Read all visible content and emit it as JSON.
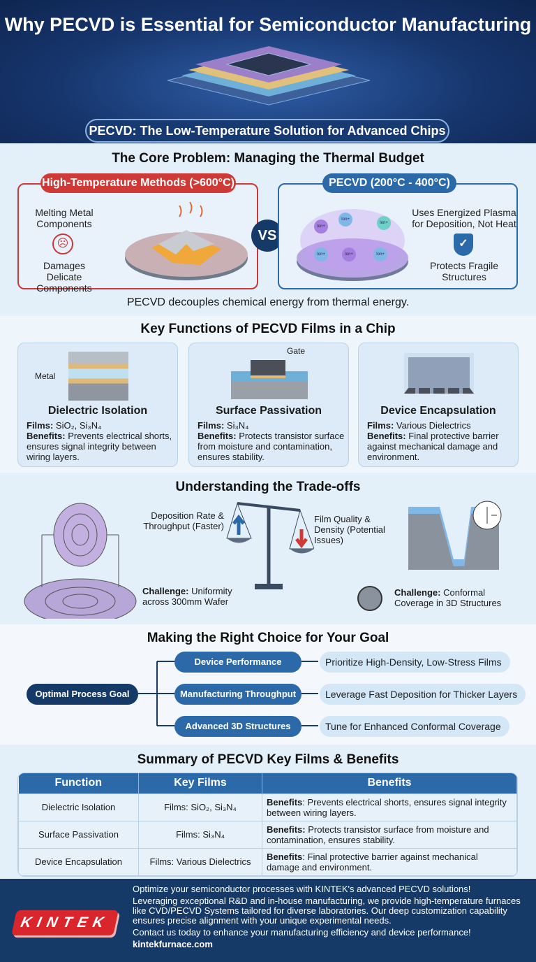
{
  "header": {
    "title": "Why PECVD is Essential for Semiconductor Manufacturing",
    "subtitle": "PECVD: The Low-Temperature Solution for Advanced Chips"
  },
  "thermal": {
    "title": "The Core Problem: Managing the Thermal Budget",
    "left": {
      "tag": "High-Temperature Methods (>600°C)",
      "point1": "Melting Metal Components",
      "point2": "Damages Delicate Components"
    },
    "vs": "VS",
    "right": {
      "tag": "PECVD (200°C - 400°C)",
      "point1": "Uses Energized Plasma for Deposition, Not Heat",
      "point2": "Protects Fragile Structures",
      "ions": [
        "Ion+",
        "Ion+",
        "Ion+",
        "Ion+",
        "Ion+",
        "Ion+"
      ]
    },
    "caption": "PECVD decouples chemical energy from thermal energy."
  },
  "functions": {
    "title": "Key Functions of PECVD Films in a Chip",
    "cards": [
      {
        "label": "Metal",
        "title": "Dielectric Isolation",
        "films_label": "Films:",
        "films": "SiO₂, Si₃N₄",
        "benefits_label": "Benefits:",
        "benefits": "Prevents electrical shorts, ensures signal integrity between wiring layers."
      },
      {
        "label": "Gate",
        "title": "Surface Passivation",
        "films_label": "Films:",
        "films": "Si₃N₄",
        "benefits_label": "Benefits:",
        "benefits": "Protects transistor surface from moisture and contamination, ensures stability."
      },
      {
        "title": "Device Encapsulation",
        "films_label": "Films:",
        "films": "Various Dielectrics",
        "benefits_label": "Benefits:",
        "benefits": "Final protective barrier against mechanical damage and environment."
      }
    ]
  },
  "tradeoffs": {
    "title": "Understanding the Trade-offs",
    "left_pan": "Deposition Rate & Throughput (Faster)",
    "right_pan": "Film Quality & Density (Potential Issues)",
    "challenge1": {
      "label": "Challenge:",
      "text": "Uniformity across 300mm Wafer"
    },
    "challenge2": {
      "label": "Challenge:",
      "text": "Conformal Coverage in 3D Structures"
    }
  },
  "choice": {
    "title": "Making the Right Choice for Your Goal",
    "root": "Optimal Process Goal",
    "branches": [
      {
        "goal": "Device Performance",
        "action": "Prioritize High-Density, Low-Stress Films"
      },
      {
        "goal": "Manufacturing Throughput",
        "action": "Leverage Fast Deposition for Thicker Layers"
      },
      {
        "goal": "Advanced 3D Structures",
        "action": "Tune for Enhanced Conformal Coverage"
      }
    ]
  },
  "summary": {
    "title": "Summary of PECVD Key Films & Benefits",
    "headers": [
      "Function",
      "Key Films",
      "Benefits"
    ],
    "rows": [
      {
        "function": "Dielectric Isolation",
        "films": "Films: SiO₂, Si₃N₄",
        "benefits_label": "Benefits",
        "benefits": ": Prevents electrical shorts, ensures signal integrity between wiring layers."
      },
      {
        "function": "Surface Passivation",
        "films": "Films: Si₃N₄",
        "benefits_label": "Benefits:",
        "benefits": " Protects transistor surface from moisture and contamination, ensures stability."
      },
      {
        "function": "Device Encapsulation",
        "films": "Films: Various Dielectrics",
        "benefits_label": "Benefits",
        "benefits": ": Final protective barrier against mechanical damage and environment."
      }
    ]
  },
  "footer": {
    "logo": "KINTEK",
    "line1": "Optimize your semiconductor processes with KINTEK's advanced PECVD solutions!",
    "line2": "Leveraging exceptional R&D and in-house manufacturing, we provide high-temperature furnaces like CVD/PECVD Systems tailored for diverse laboratories. Our deep customization capability ensures precise alignment with your unique experimental needs.",
    "line3": "Contact us today to enhance your manufacturing efficiency and device performance!",
    "url": "kintekfurnace.com"
  },
  "colors": {
    "navy": "#163a68",
    "red": "#d03a36",
    "blue": "#2b69a8"
  }
}
